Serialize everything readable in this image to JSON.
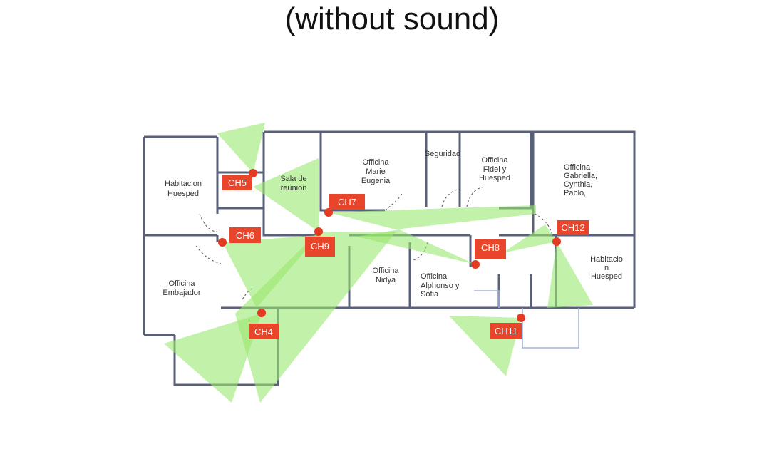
{
  "title": "(without sound)",
  "rooms": [
    {
      "lines": [
        "Habitacion",
        "Huesped"
      ]
    },
    {
      "lines": [
        "Sala de",
        "reunion"
      ]
    },
    {
      "lines": [
        "Officina",
        "Marie",
        "Eugenia"
      ]
    },
    {
      "lines": [
        "Seguridad"
      ]
    },
    {
      "lines": [
        "Officina",
        "Fidel y",
        "Huesped"
      ]
    },
    {
      "lines": [
        "Officina",
        "Gabriella,",
        "Cynthia,",
        "Pablo,"
      ]
    },
    {
      "lines": [
        "Officina",
        "Embajador"
      ]
    },
    {
      "lines": [
        "Officina",
        "Nidya"
      ]
    },
    {
      "lines": [
        "Officina",
        "Alphonso y",
        "Sofia"
      ]
    },
    {
      "lines": [
        "Habitacio",
        "n",
        "Huesped"
      ]
    }
  ],
  "cameras": [
    "CH5",
    "CH6",
    "CH7",
    "CH9",
    "CH8",
    "CH12",
    "CH4",
    "CH11"
  ],
  "colors": {
    "camera": "#e8452a",
    "coverage": "#9ae870",
    "wall": "#59607a"
  }
}
